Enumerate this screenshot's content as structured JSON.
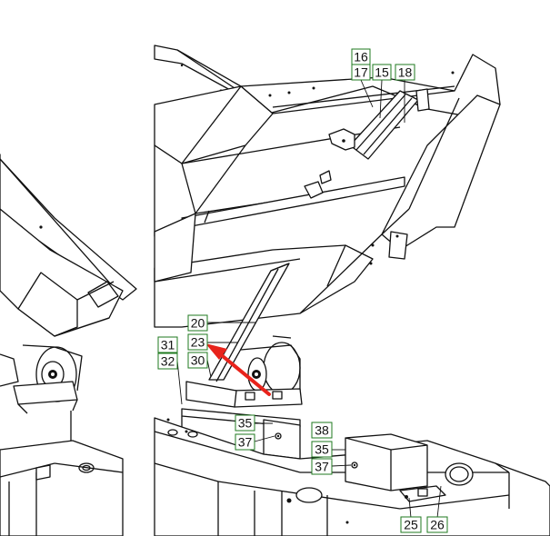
{
  "diagram": {
    "labels": [
      {
        "id": "l16",
        "text": "16"
      },
      {
        "id": "l17",
        "text": "17"
      },
      {
        "id": "l15",
        "text": "15"
      },
      {
        "id": "l18",
        "text": "18"
      },
      {
        "id": "l20",
        "text": "20"
      },
      {
        "id": "l23",
        "text": "23"
      },
      {
        "id": "l30",
        "text": "30"
      },
      {
        "id": "l31",
        "text": "31"
      },
      {
        "id": "l32",
        "text": "32"
      },
      {
        "id": "l35a",
        "text": "35"
      },
      {
        "id": "l37a",
        "text": "37"
      },
      {
        "id": "l38",
        "text": "38"
      },
      {
        "id": "l35b",
        "text": "35"
      },
      {
        "id": "l37b",
        "text": "37"
      },
      {
        "id": "l25",
        "text": "25"
      },
      {
        "id": "l26",
        "text": "26"
      }
    ],
    "colors": {
      "label_border": "#1f7a1f",
      "arrow": "#e8231b",
      "line": "#111111"
    },
    "icons": [
      "red-arrow-icon"
    ]
  }
}
